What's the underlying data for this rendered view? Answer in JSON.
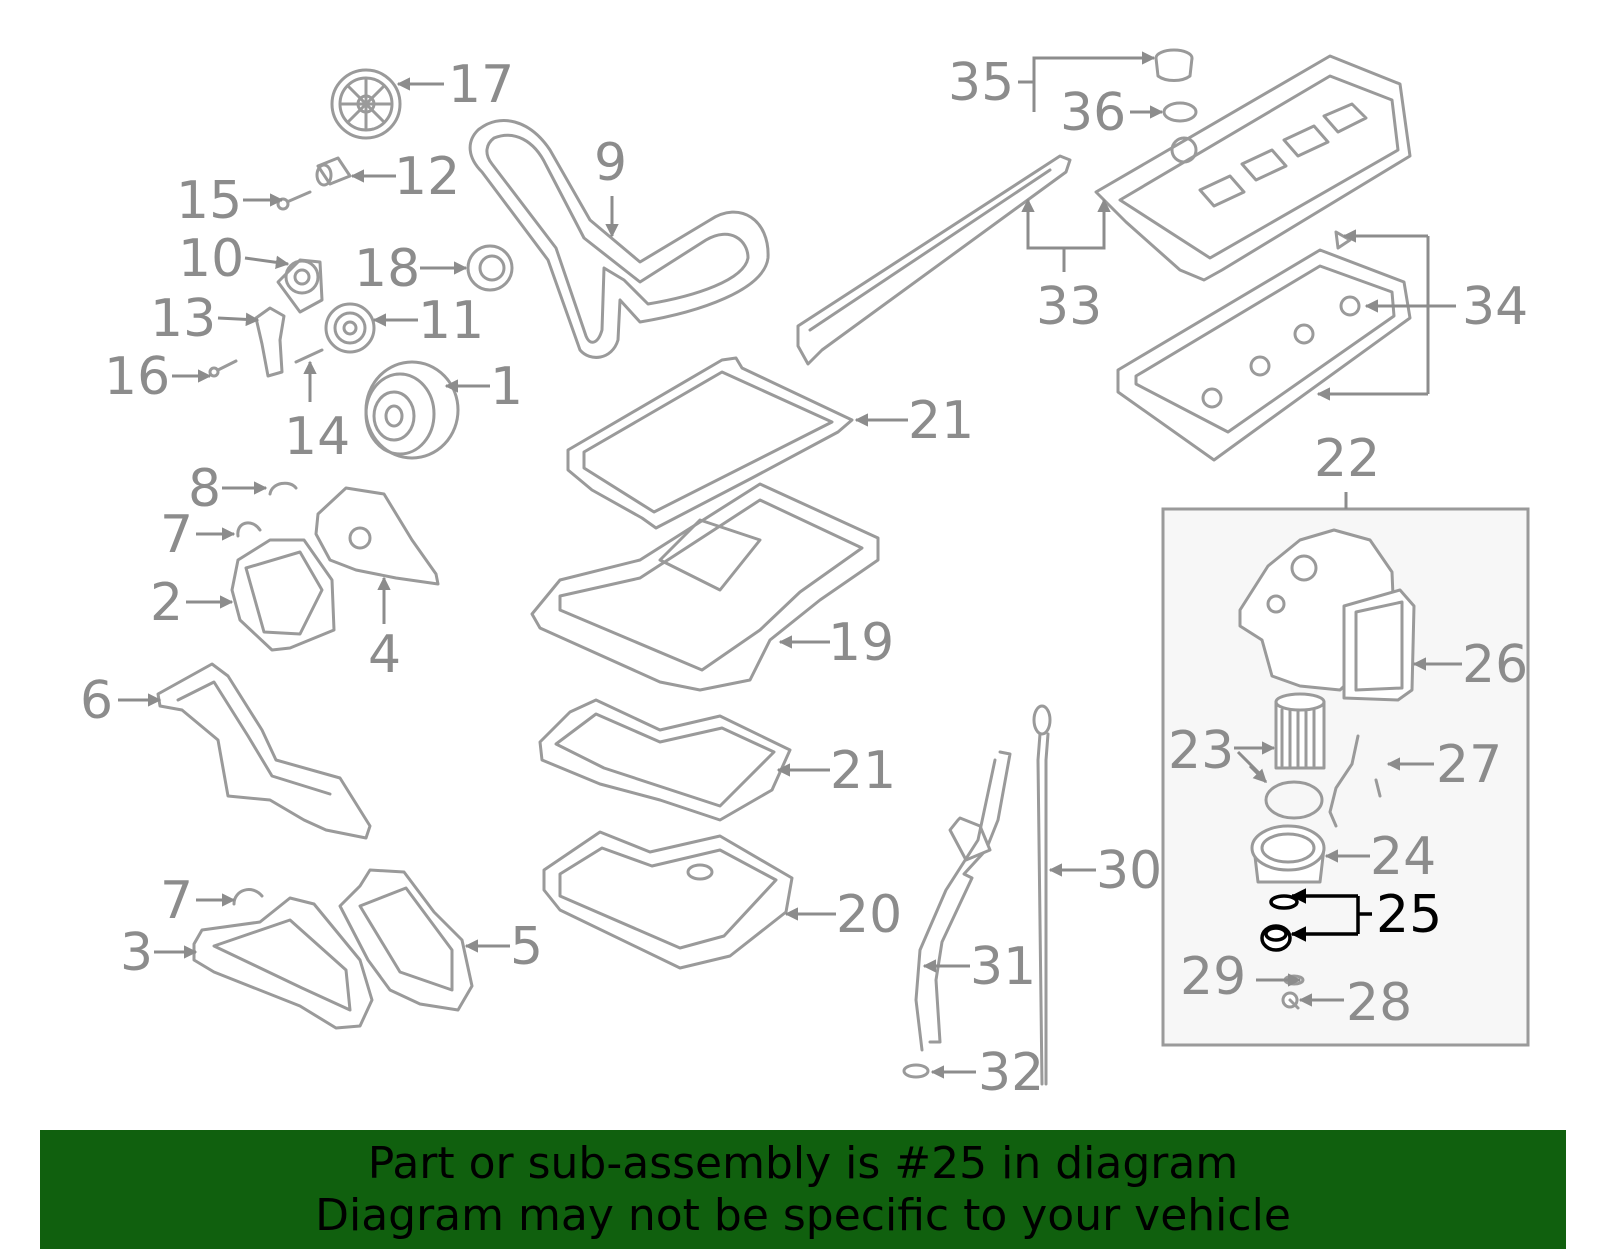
{
  "colors": {
    "banner_background": "#10600e",
    "part_stroke": "#9a9a9a",
    "highlight": "#000000",
    "subassembly_fill": "#f7f7f7"
  },
  "callouts": {
    "c1": "1",
    "c2": "2",
    "c3": "3",
    "c4": "4",
    "c5": "5",
    "c6": "6",
    "c7a": "7",
    "c7b": "7",
    "c8": "8",
    "c9": "9",
    "c10": "10",
    "c11": "11",
    "c12": "12",
    "c13": "13",
    "c14": "14",
    "c15": "15",
    "c16": "16",
    "c17": "17",
    "c18": "18",
    "c19": "19",
    "c20": "20",
    "c21a": "21",
    "c21b": "21",
    "c22": "22",
    "c23": "23",
    "c24": "24",
    "c25": "25",
    "c26": "26",
    "c27": "27",
    "c28": "28",
    "c29": "29",
    "c30": "30",
    "c31": "31",
    "c32": "32",
    "c33": "33",
    "c34": "34",
    "c35": "35",
    "c36": "36"
  },
  "highlighted_part": "25",
  "banner": {
    "line1": "Part or sub-assembly is #25 in diagram",
    "line2": "Diagram may not be specific to your vehicle"
  }
}
